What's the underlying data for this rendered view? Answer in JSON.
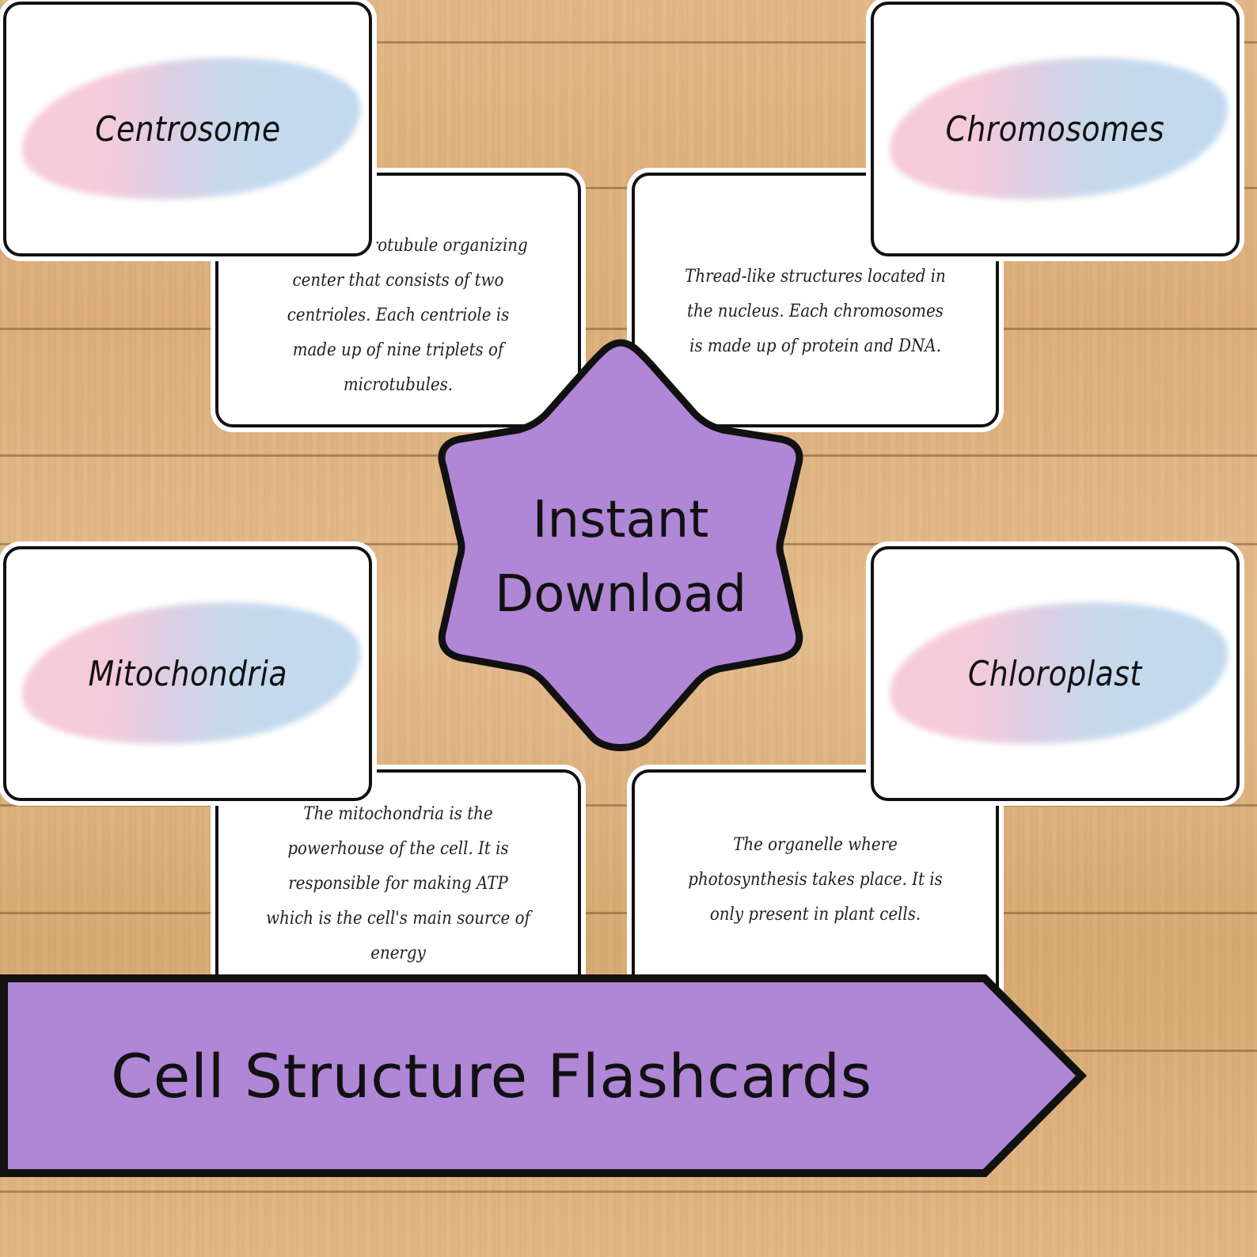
{
  "cards": [
    {
      "id": "centrosome",
      "term": "Centrosome",
      "definition": "ne is the microtubule organizing center that consists of two centrioles.  Each centriole is made up of nine triplets of microtubules."
    },
    {
      "id": "chromosomes",
      "term": "Chromosomes",
      "definition": "Thread-like structures located in the nucleus. Each chromosomes is made up of protein and DNA."
    },
    {
      "id": "mitochondria",
      "term": "Mitochondria",
      "definition": "The mitochondria is the powerhouse of the cell. It is responsible for making ATP which is the cell's main source of energy"
    },
    {
      "id": "chloroplast",
      "term": "Chloroplast",
      "definition": "The organelle where photosynthesis takes place. It is only present in plant cells."
    }
  ],
  "badge": {
    "line1": "Instant",
    "line2": "Download"
  },
  "banner": {
    "title": "Cell Structure Flashcards"
  },
  "colors": {
    "accent": "#b086d6",
    "outline": "#111111",
    "wood": "#dfb37f"
  }
}
